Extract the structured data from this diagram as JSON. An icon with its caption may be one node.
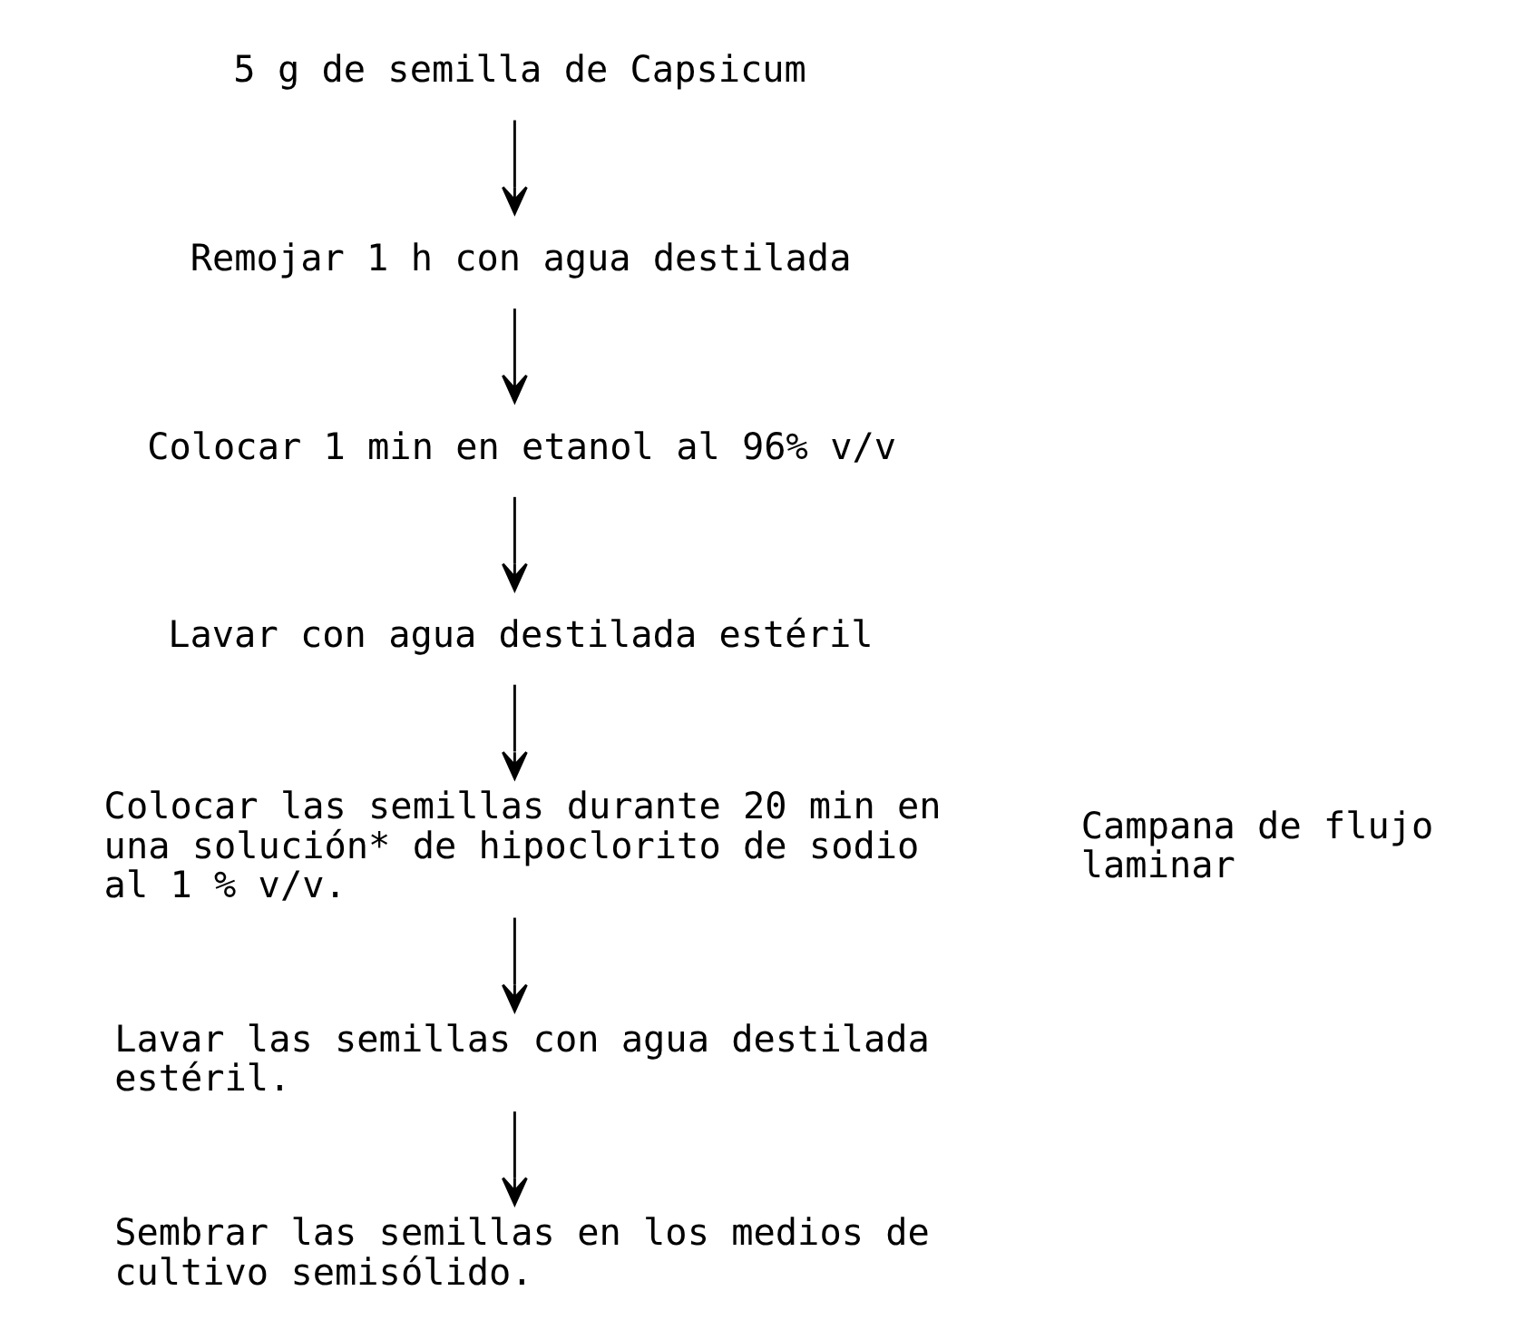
{
  "diagram": {
    "nodes": [
      {
        "text": [
          "5 g de semilla de Capsicum"
        ]
      },
      {
        "text": [
          "Remojar 1 h con agua destilada"
        ]
      },
      {
        "text": [
          "Colocar 1 min en etanol al 96% v/v"
        ]
      },
      {
        "text": [
          "Lavar con agua destilada estéril"
        ]
      },
      {
        "text": [
          "Colocar las semillas durante 20 min en una solución* de hipoclorito de sodio al 1 % v/v."
        ]
      },
      {
        "text": [
          "Lavar las semillas con agua destilada estéril."
        ]
      },
      {
        "text": [
          "Sembrar las semillas en los medios de cultivo semisólido."
        ]
      }
    ],
    "edges": [
      {
        "from": 0,
        "to": 1,
        "arrow": "to"
      },
      {
        "from": 1,
        "to": 2,
        "arrow": "to"
      },
      {
        "from": 2,
        "to": 3,
        "arrow": "to"
      },
      {
        "from": 3,
        "to": 4,
        "arrow": "to"
      },
      {
        "from": 4,
        "to": 5,
        "arrow": "to"
      },
      {
        "from": 5,
        "to": 6,
        "arrow": "to"
      }
    ],
    "labels": [
      "Campana de flujo laminar"
    ]
  }
}
